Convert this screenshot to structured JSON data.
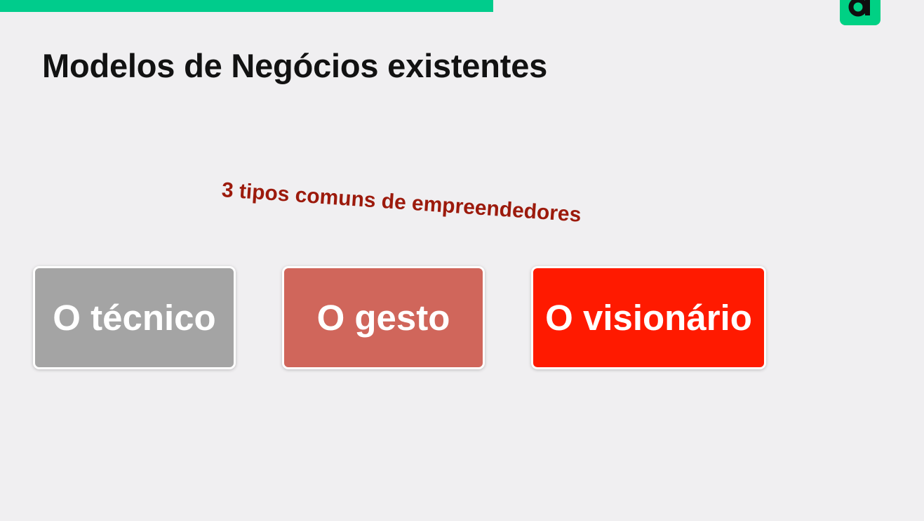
{
  "slide": {
    "title": "Modelos de Negócios existentes",
    "subtitle": "3 tipos comuns de empreendedores",
    "cards": [
      {
        "label": "O técnico",
        "color": "#a4a4a4"
      },
      {
        "label": "O gesto",
        "color": "#d0665b"
      },
      {
        "label": "O visionário",
        "color": "#ff1a00"
      }
    ]
  },
  "brand": {
    "accent_color": "#00cc8c",
    "logo_icon": "brand-logo-icon"
  }
}
